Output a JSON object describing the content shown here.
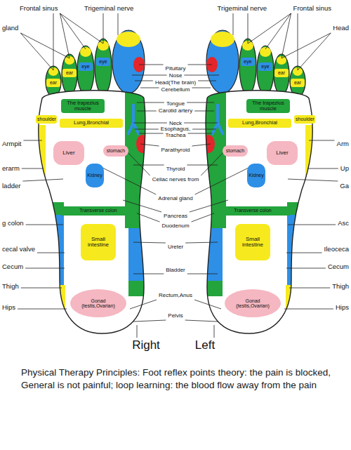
{
  "diagram": {
    "caption": "Physical Therapy Principles: Foot reflex points theory: the pain is blocked, General is not painful; loop learning: the blood flow away from the pain",
    "nodes": [
      {
        "text": [
          "eye"
        ]
      },
      {
        "text": [
          "eye"
        ]
      },
      {
        "text": [
          "ear"
        ]
      },
      {
        "text": [
          "ear"
        ]
      },
      {
        "text": [
          "The trapezius muscle"
        ]
      },
      {
        "text": [
          "shoulder"
        ]
      },
      {
        "text": [
          "Lung,Bronchial"
        ]
      },
      {
        "text": [
          "Liver"
        ]
      },
      {
        "text": [
          "stomach"
        ]
      },
      {
        "text": [
          "Kidney"
        ]
      },
      {
        "text": [
          "Transverse colon"
        ]
      },
      {
        "text": [
          "Small intestine"
        ]
      },
      {
        "text": [
          "Gonad (testis,Ovarian)"
        ]
      },
      {
        "text": [
          "eye"
        ]
      },
      {
        "text": [
          "eye"
        ]
      },
      {
        "text": [
          "ear"
        ]
      },
      {
        "text": [
          "ear"
        ]
      },
      {
        "text": [
          "The trapezius muscle"
        ]
      },
      {
        "text": [
          "shoulder"
        ]
      },
      {
        "text": [
          "Lung,Bronchial"
        ]
      },
      {
        "text": [
          "Liver"
        ]
      },
      {
        "text": [
          "stomach"
        ]
      },
      {
        "text": [
          "Kidney"
        ]
      },
      {
        "text": [
          "Transverse colon"
        ]
      },
      {
        "text": [
          "Small intestine"
        ]
      },
      {
        "text": [
          "Gonad (testis,Ovarian)"
        ]
      }
    ],
    "labels": [
      "Frontal sinus",
      "Trigeminal nerve",
      "Trigeminal nerve",
      "Frontal sinus",
      "gland",
      "Head",
      "Pituitary",
      "Nose",
      "Head(The brain)",
      "Cerebellum",
      "Tongue",
      "Carotid artery",
      "Neck",
      "Esophagus,",
      "Trachea",
      "Parathyroid",
      "Thyroid",
      "Celiac nerves from",
      "Adrenal gland",
      "Pancreas",
      "Duodenum",
      "Ureter",
      "Bladder",
      "Rectum,Anus",
      "Pelvis",
      "Armpit",
      "erarm",
      "ladder",
      "g colon",
      "cecal valve",
      "Cecum",
      "Thigh",
      "Hips",
      "Arm",
      "Up",
      "Ga",
      "Asc",
      "Ileoceca",
      "Cecum",
      "Thigh",
      "Hips",
      "Right",
      "Left"
    ]
  }
}
